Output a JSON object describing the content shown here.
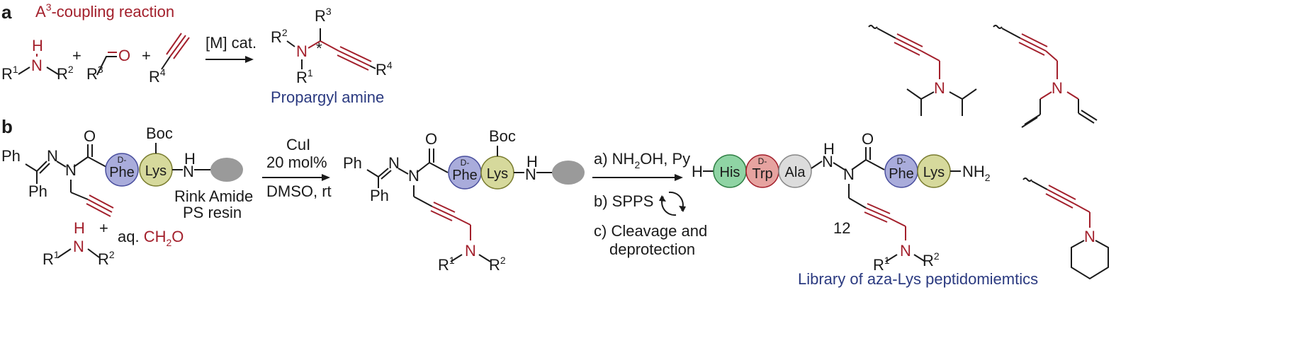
{
  "panels": {
    "a": "a",
    "b": "b"
  },
  "a": {
    "title_main": "A",
    "title_sup": "3",
    "title_rest": "-coupling reaction",
    "amine_H": "H",
    "amine_N": "N",
    "R1": "R",
    "R1_sup": "1",
    "R2": "R",
    "R2_sup": "2",
    "plus": "+",
    "aldehyde_O": "O",
    "R3": "R",
    "R3_sup": "3",
    "R4": "R",
    "R4_sup": "4",
    "catalyst": "[M] cat.",
    "prod_N": "N",
    "stereo": "*",
    "product_label": "Propargyl amine"
  },
  "b": {
    "Ph": "Ph",
    "N": "N",
    "O": "O",
    "H": "H",
    "Boc": "Boc",
    "res_phe": "Phe",
    "res_d": "D-",
    "res_lys": "Lys",
    "res_his": "His",
    "res_trp": "Trp",
    "res_ala": "Ala",
    "resin_label_1": "Rink Amide",
    "resin_label_2": "PS resin",
    "reagent_1": "CuI",
    "reagent_2": "20 mol%",
    "reagent_3": "DMSO, rt",
    "aq": "aq. ",
    "ch2o_main": "CH",
    "ch2o_sub": "2",
    "ch2o_end": "O",
    "plus": "+",
    "step_a_main": "a) NH",
    "step_a_sub": "2",
    "step_a_rest": "OH, Py",
    "step_b": "b) SPPS",
    "step_c1": "c) Cleavage and",
    "step_c2": "deprotection",
    "nh2_main": "NH",
    "nh2_sub": "2",
    "compound_no": "12",
    "library_label": "Library of aza-Lys peptidomiemtics"
  },
  "colors": {
    "red": "#a3202c",
    "navy": "#2b3a80",
    "phe": "#a9acdb",
    "lys": "#d6d99c",
    "his": "#8fd4a4",
    "trp": "#e6a3a0",
    "ala": "#dcdcdc",
    "resin": "#9a9a9a"
  }
}
